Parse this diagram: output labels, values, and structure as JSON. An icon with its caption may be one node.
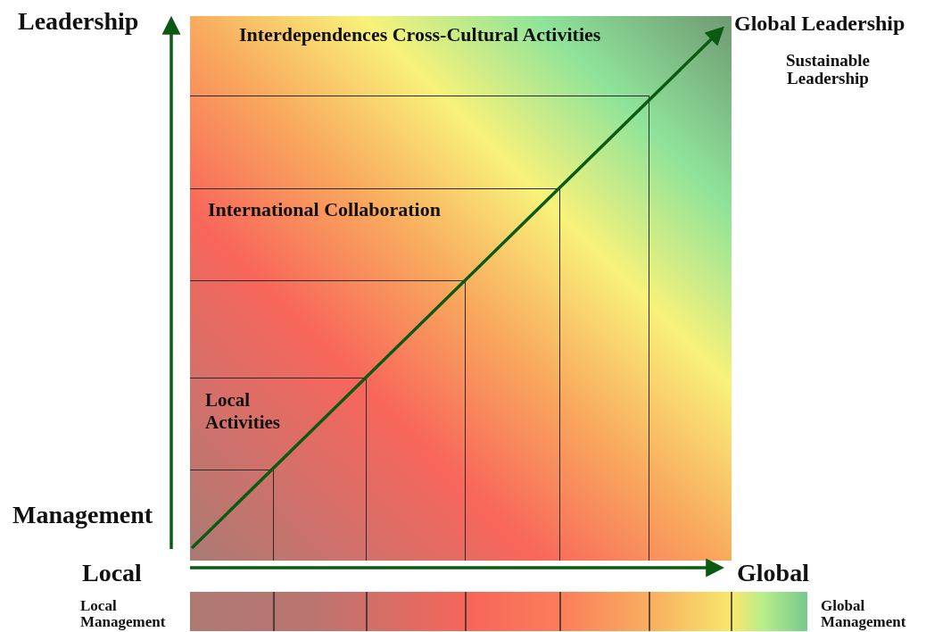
{
  "diagram": {
    "nodes": [
      {
        "text": [
          "Interdependences Cross-Cultural Activities"
        ]
      },
      {
        "text": [],
        "shape": "box",
        "in": 0
      },
      {
        "text": [
          "International Collaboration"
        ],
        "in": 1
      },
      {
        "text": [],
        "shape": "box",
        "in": 2
      },
      {
        "text": [
          "Local Activities"
        ],
        "in": 3
      },
      {
        "text": [],
        "shape": "box",
        "in": 4
      },
      {
        "text": [
          "Global Leadership"
        ]
      }
    ],
    "edges": [
      {
        "from": 5,
        "to": 6,
        "arrow": "to"
      }
    ],
    "labels": [
      "Leadership",
      "Sustainable Leadership",
      "Management",
      "Local",
      "Global",
      "Local Management",
      "Global Management"
    ]
  }
}
